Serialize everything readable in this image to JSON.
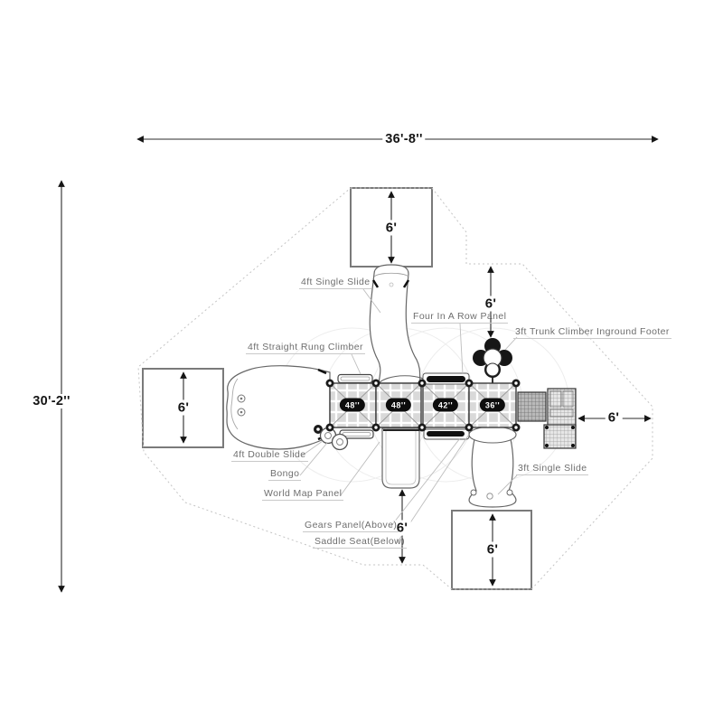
{
  "dimensions": {
    "overall_width": "36'-8''",
    "overall_height": "30'-2''",
    "zone_top_square": "6'",
    "zone_left_square": "6'",
    "zone_bottom_right_square": "6'",
    "gap_trunk_climber": "6'",
    "gap_right": "6'",
    "gap_bottom": "6'"
  },
  "platforms": {
    "deck1": "48''",
    "deck2": "48''",
    "deck3": "42''",
    "deck4": "36''"
  },
  "labels": {
    "single_slide_4ft": "4ft Single Slide",
    "straight_rung_climber": "4ft Straight Rung Climber",
    "four_in_a_row_panel": "Four In A Row Panel",
    "trunk_climber_footer": "3ft Trunk Climber Inground Footer",
    "double_slide_4ft": "4ft Double Slide",
    "bongo": "Bongo",
    "world_map_panel": "World Map Panel",
    "gears_panel": "Gears Panel(Above)",
    "saddle_seat": "Saddle Seat(Below)",
    "single_slide_3ft": "3ft Single Slide"
  },
  "colors": {
    "dimension_line": "#2b2b2b",
    "annotation_text": "#6e6e6e",
    "leader_line": "#bdbdbd",
    "use_zone_dash": "#c4c4c4",
    "platform_chip": "#0d0d0d",
    "deck_tile": "#d9d9d9",
    "structure_line": "#666666"
  }
}
